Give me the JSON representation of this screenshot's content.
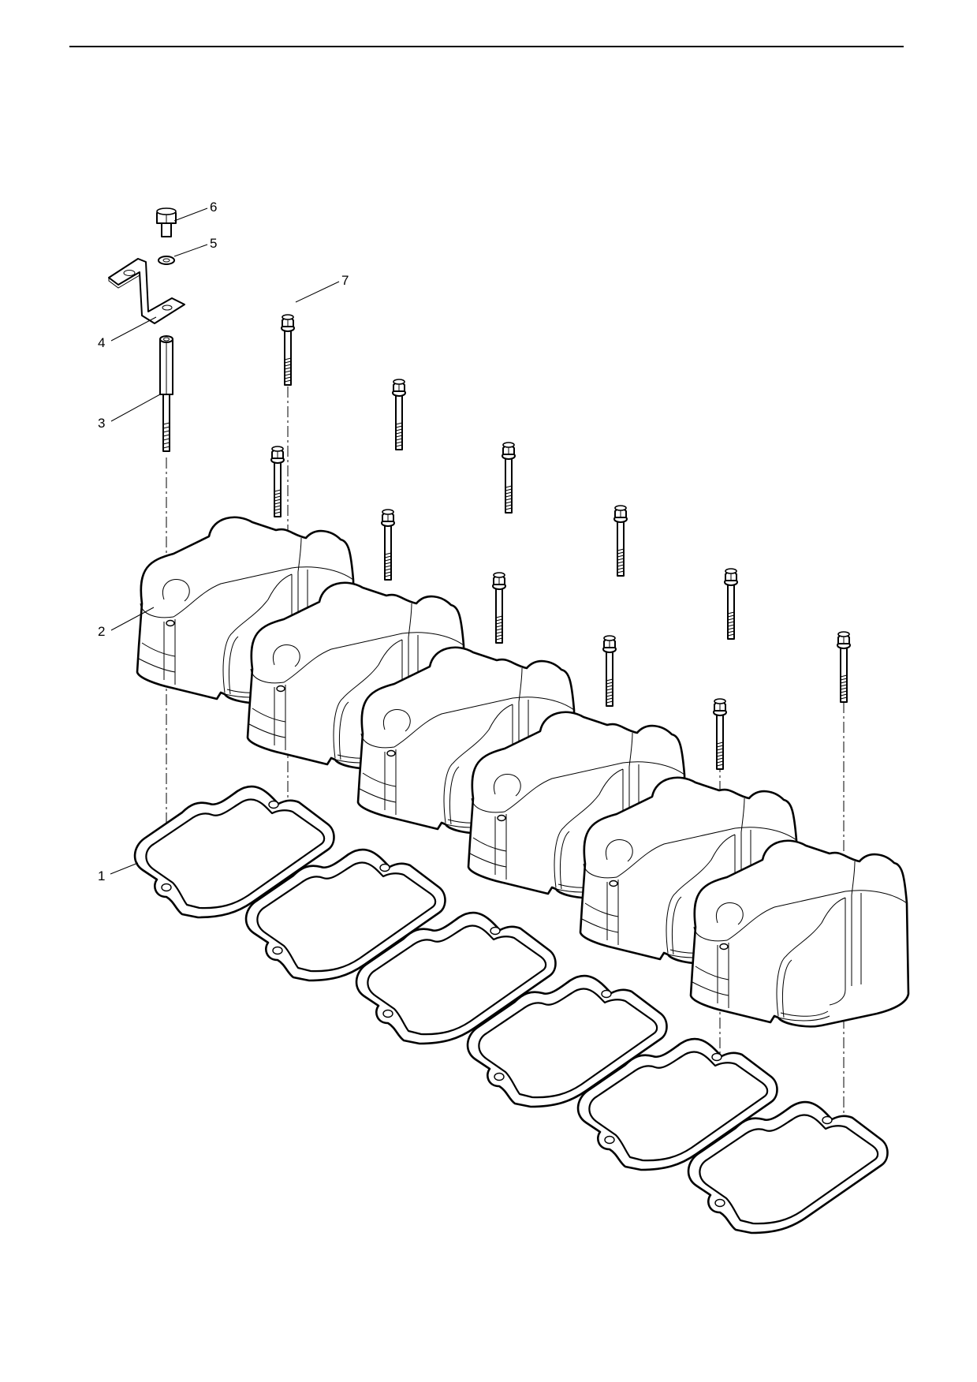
{
  "drawing": {
    "title": "",
    "callouts": [
      "1",
      "2",
      "3",
      "4",
      "5",
      "6",
      "7"
    ]
  },
  "parts": [
    {
      "number": "1",
      "name": "gasket",
      "quantity_shown": 6
    },
    {
      "number": "2",
      "name": "valve-cover",
      "quantity_shown": 6
    },
    {
      "number": "3",
      "name": "stud",
      "quantity_shown": 1
    },
    {
      "number": "4",
      "name": "bracket",
      "quantity_shown": 1
    },
    {
      "number": "5",
      "name": "washer",
      "quantity_shown": 1
    },
    {
      "number": "6",
      "name": "hex-bolt",
      "quantity_shown": 1
    },
    {
      "number": "7",
      "name": "flange-bolt",
      "quantity_shown": 11
    }
  ],
  "colors": {
    "line": "#000000",
    "background": "#ffffff"
  }
}
